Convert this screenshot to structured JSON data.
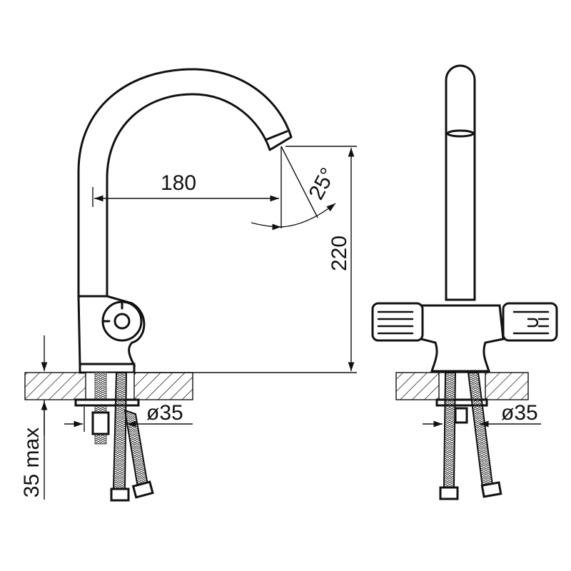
{
  "title": "Faucet technical drawing",
  "dimensions": {
    "spout_reach": "180",
    "swivel_angle": "25°",
    "height": "220",
    "countertop_max": "35 max",
    "hole_diameter_left": "ø35",
    "hole_diameter_right": "ø35"
  },
  "colors": {
    "line": "#111111",
    "background": "#ffffff"
  }
}
